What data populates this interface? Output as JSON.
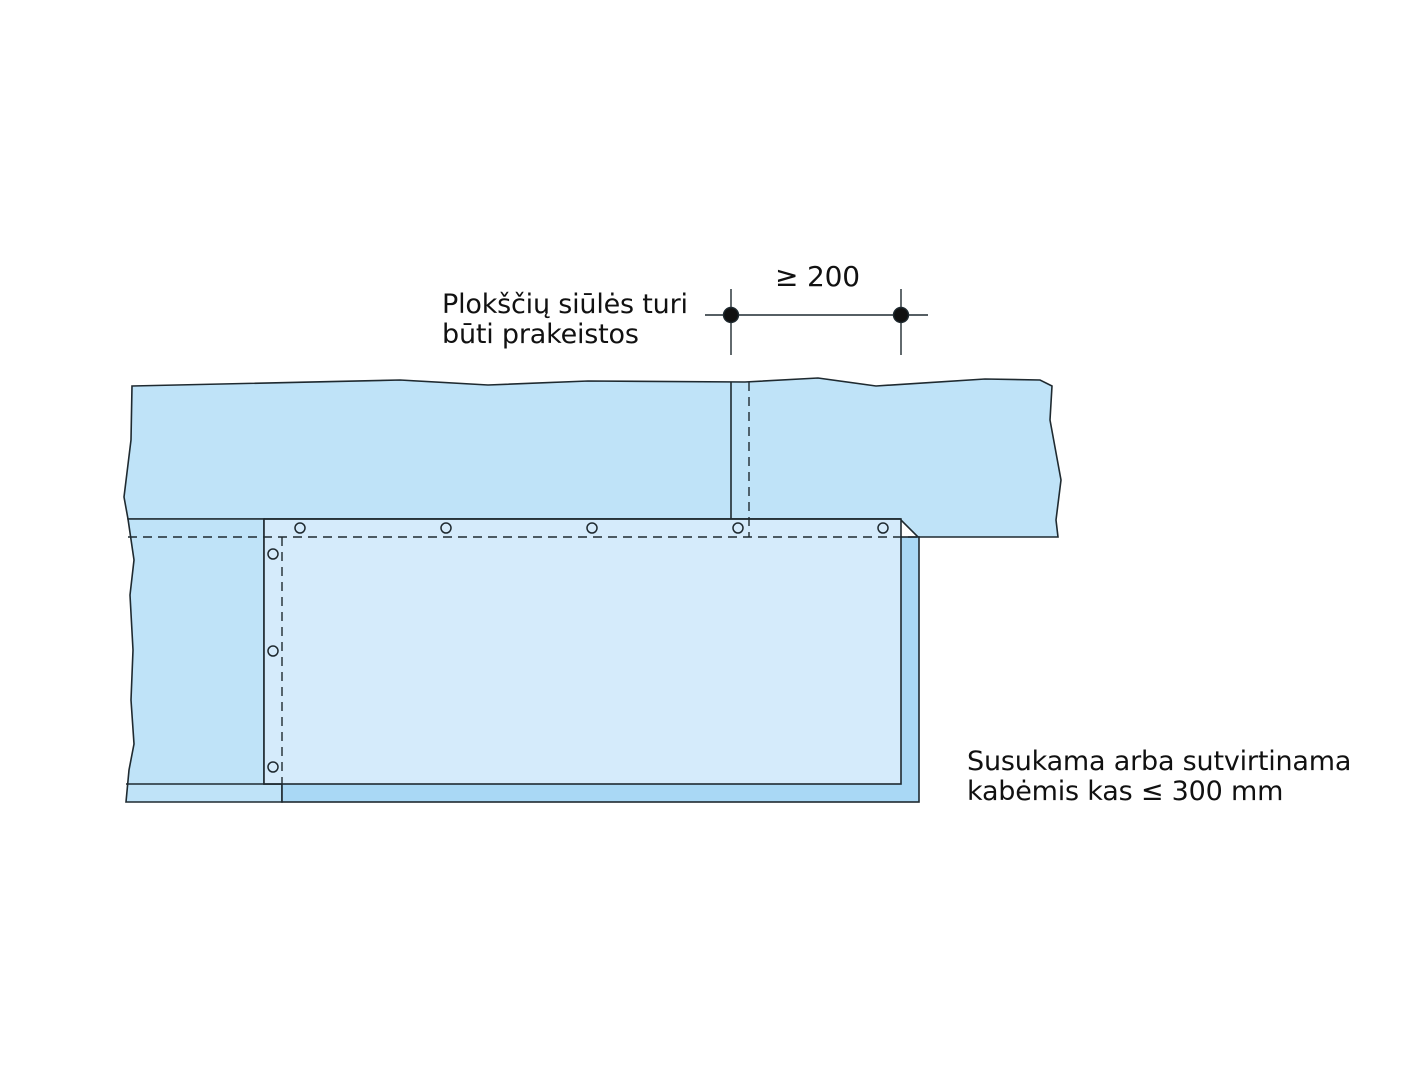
{
  "diagram": {
    "seam_note": {
      "line1": "Plokščių siūlės turi",
      "line2": "būti prakeistos"
    },
    "fastening_note": {
      "line1": "Susukama arba sutvirtinama",
      "line2": "kabėmis kas ≤ 300 mm"
    },
    "dimension": {
      "label": "≥ 200"
    }
  },
  "colors": {
    "board": "#bfe3f8",
    "board_dark": "#aedcf6",
    "board_light": "#d4eafb",
    "stroke": "#1f2a30"
  }
}
